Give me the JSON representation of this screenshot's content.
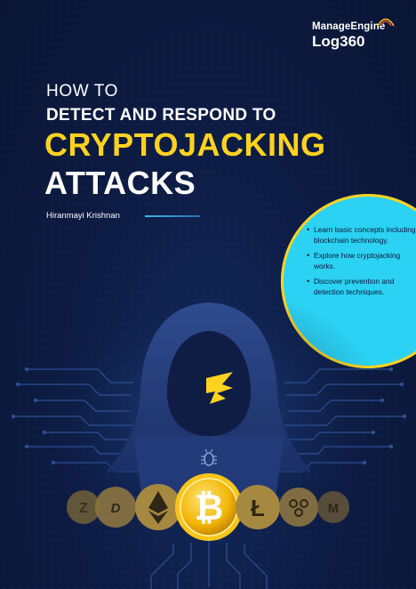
{
  "brand": {
    "company": "ManageEngine",
    "product": "Log360"
  },
  "title": {
    "line1": "HOW TO",
    "line2": "DETECT AND RESPOND TO",
    "line3": "CRYPTOJACKING",
    "line4": "ATTACKS"
  },
  "author": "Hiranmayi Krishnan",
  "highlights": [
    "Learn basic concepts including blockchain technology.",
    "Explore how cryptojacking works.",
    "Discover prevention and detection techniques."
  ],
  "colors": {
    "background": "#0d1c44",
    "accent_yellow": "#ffd21f",
    "accent_cyan": "#2bd2f3"
  },
  "icons": [
    "hacker-hood-icon",
    "bug-icon",
    "bitcoin-icon",
    "ethereum-icon",
    "litecoin-icon",
    "ripple-icon",
    "dash-icon",
    "zcash-icon",
    "monero-icon"
  ]
}
